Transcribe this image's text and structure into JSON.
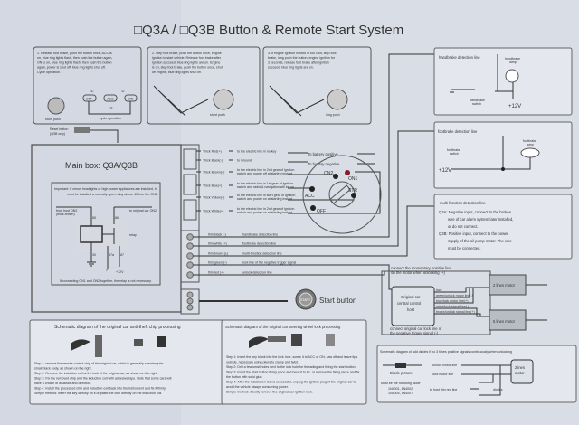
{
  "title": "□Q3A / □Q3B Button & Remote Start System",
  "steps": [
    {
      "lines": [
        "1. Release foot brake, push the button once, ACC is",
        "on, blue ring lights flash, then push the button again,",
        "ON is on, blue ring lights flash, then push the button",
        "again, power is shut off, blue ring lights shut off.",
        "Cycle operation."
      ],
      "press": "short push",
      "cycle": {
        "off": "OFF",
        "acc": "ACC",
        "on": "ON",
        "n1": "①",
        "n2": "②",
        "n3": "③",
        "label": "cycle operation"
      }
    },
    {
      "lines": [
        "2. Step foot brake, push the button once, engine",
        "ignition to start vehicle. Release foot brake after",
        "ignition succeed, blue ring lights are on. Engine",
        "is on, step foot brake, push the button once, shut",
        "off engine, blue ring lights shut off."
      ],
      "press": "short push"
    },
    {
      "lines": [
        "3. If engine ignition is hard or too cold, step foot",
        "brake, long push the button, engine ignition for",
        "3 seconds, release foot brake after ignition",
        "succeed, blue ring lights are on."
      ],
      "press": "long push"
    }
  ],
  "reset_button": [
    "Reset button",
    "(Q3B only)"
  ],
  "main_box": {
    "title": "Main box: Q3A/Q3B",
    "important": [
      "Important: If xenon headlights or high-power appliances are installed, it",
      "must be installed a normally open relay above 40A on the ON2."
    ],
    "relay": {
      "from": [
        "from host ON2",
        "(thick brown)"
      ],
      "to": "to original car ON2",
      "p85": "85",
      "p86": "86",
      "p30": "30",
      "p87a": "87a",
      "p87": "87",
      "label": "relay",
      "v": "+12V",
      "x": "×"
    },
    "note": "If connecting ON1 and ON2 together, the relay is not necessary."
  },
  "thick_wires": [
    {
      "name": "Thick Red(+)",
      "desc": [
        "to the electric line in no key"
      ]
    },
    {
      "name": "Thick Black(-)",
      "desc": [
        "to Ground"
      ]
    },
    {
      "name": "Thick Brown(+)",
      "desc": [
        "to the electric line in 2nd gear of ignition",
        "switch and power off at starting instant"
      ]
    },
    {
      "name": "Thick Blue(+)",
      "desc": [
        "to the electric line in 1st gear of ignition",
        "switch and radio & navigation will be on"
      ]
    },
    {
      "name": "Thick Yellow(+)",
      "desc": [
        "to the electric line in start gear of ignition",
        "switch and power on at starting instant"
      ]
    },
    {
      "name": "Thick White(+)",
      "desc": [
        "to the electric line in 2nd gear of ignition",
        "switch and power on at starting instant"
      ]
    }
  ],
  "battery": {
    "positive": "To battery positive",
    "negative": "To battery negative"
  },
  "ignition": {
    "on2": "ON2",
    "on1": "ON1",
    "acc": "ACC",
    "str": "STR",
    "off": "OFF"
  },
  "thin_wires": [
    {
      "name": "thin black (-)",
      "desc": "handbrake detection line"
    },
    {
      "name": "thin white (+)",
      "desc": "footbrake detection line"
    },
    {
      "name": "thin brown (±)",
      "desc": "multi-function detection line"
    },
    {
      "name": "thin green (-)",
      "desc": "lock line of the negative trigger signal"
    },
    {
      "name": "thin red (+)",
      "desc": "unlock detection line"
    }
  ],
  "start_button": {
    "cap": "START",
    "label": "Start button"
  },
  "handbrake": {
    "title": "handbrake detection line",
    "lamp": [
      "handbrake",
      "lamp"
    ],
    "switch": [
      "handbrake",
      "switch"
    ],
    "v": "+12V"
  },
  "footbrake": {
    "title": "footbrake detection line",
    "lamp": [
      "footbrake",
      "lamp"
    ],
    "switch": [
      "footbrake",
      "switch"
    ],
    "v": "+12V"
  },
  "multi_function": {
    "title": "multi-function detection line",
    "lines": [
      "Q3A: Negative input, connect to the broken",
      "wire of car alarm system later installed,",
      "or do not connect.",
      "Q3B: Positive input, connect to the power",
      "supply of the oil pump motor.  The wire",
      "must be connected."
    ]
  },
  "central_lock": {
    "top_note": [
      "connect the momentary positive line",
      "on the motor when unlocking (+)"
    ],
    "host": [
      "Original car",
      "central control",
      "host"
    ],
    "wires": [
      "lock",
      "green/unlock motor line(-)",
      "blue/lock motor line(+)",
      "white/lock signal line(-)",
      "brown/unlock signal line(+)"
    ],
    "motor2": "2 lines motor",
    "motor5": "5 lines motor",
    "bottom_note": [
      "connect original car lock line of",
      "the negative trigger signal (-)"
    ]
  },
  "diodes": {
    "title": "Schematic diagram of add diodes if no 3 times positive signals continuously when unlocking",
    "picture": "Diode picture",
    "must": "Must be the following diode",
    "models": [
      "1N4001, 1N4002",
      "1N4004, 1N4007"
    ],
    "unlock": "unlock motor line",
    "lock": "lock motor line",
    "host": "to host thin red line",
    "diodes": "diodes",
    "motor": [
      "2lines",
      "motor"
    ]
  },
  "antitheft": {
    "title": "Schematic diagram of the original car anti-theft chip processing",
    "steps": [
      "Step 1: remove the remote control chip of the original car, which is generally a rectangular",
      "small black body, as shown on the right.",
      "Step 2: Remove the induction coil at the lock of the original car, as shown on the right.",
      "Step 3: Fix the removed chip and the induction coil with adhesive tape. Note that some cars will",
      "have a choice of distance and direction.",
      "Step 4: Install the processed chip and induction coil back into the instrument and fix it firmly.",
      "Simple method: insert the key directly on it or paste the chip directly on the induction coil."
    ]
  },
  "steering": {
    "title": "Schematic diagram of the original car steering wheel lock processing",
    "steps": [
      "Step 1: Insert the key blank into the lock hole, screw it to ACC or ON, saw off and leave tips",
      "outside, necessary using pliers to clamp and twist.",
      "Step 2: Drill a few small holes next to the lock hole for threading and fixing the start button.",
      "Step 3: Insert the start button fixing piece and bend it to fix, or remove the fixing piece and fix",
      "the button with solid glue.",
      "Step 4: After the installation test is successful, unplug the ignition plug of the original car to",
      "avoid the vehicle always consuming power.",
      "Simple method: directly remove the original car ignition lock."
    ]
  }
}
